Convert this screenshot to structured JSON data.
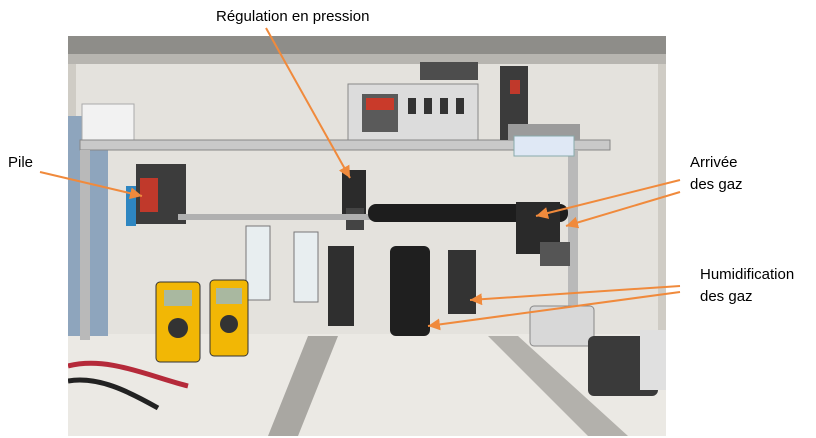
{
  "labels": {
    "regulation": "Régulation en pression",
    "pile": "Pile",
    "arrivee_line1": "Arrivée",
    "arrivee_line2": "des gaz",
    "humid_line1": "Humidification",
    "humid_line2": "des gaz"
  },
  "colors": {
    "arrow": "#f08a3c"
  }
}
